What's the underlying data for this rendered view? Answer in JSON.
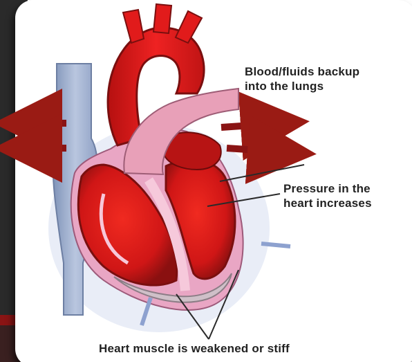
{
  "labels": {
    "lungs": "Blood/fluids backup\ninto the lungs",
    "pressure": "Pressure in the\nheart increases",
    "muscle": "Heart muscle is weakened or stiff"
  },
  "colors": {
    "backdrop": "#222222",
    "accent_red": "#8a1414",
    "heart_red": "#e01818",
    "muscle_dark": "#8a1a14",
    "vein_blue": "#a7b8d8",
    "pink_lining": "#f2c4d6",
    "arrow": "#9a1b14"
  }
}
